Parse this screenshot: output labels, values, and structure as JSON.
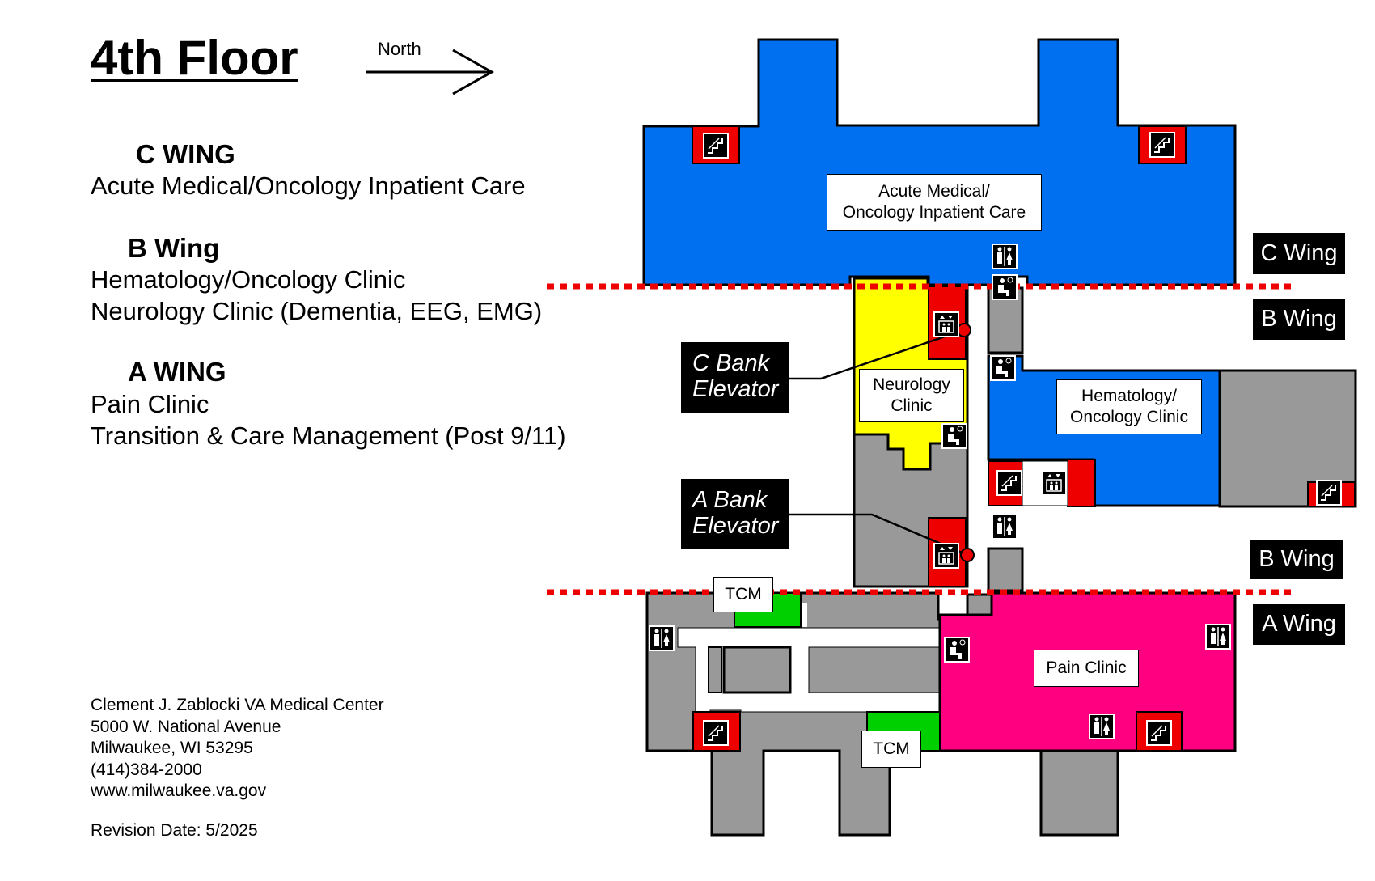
{
  "header": {
    "title": "4th Floor",
    "north_label": "North"
  },
  "legend": {
    "c_wing": {
      "heading": "C WING",
      "lines": [
        "Acute Medical/Oncology Inpatient Care"
      ]
    },
    "b_wing": {
      "heading": "B Wing",
      "lines": [
        "Hematology/Oncology Clinic",
        "Neurology Clinic (Dementia, EEG, EMG)"
      ]
    },
    "a_wing": {
      "heading": "A WING",
      "lines": [
        "Pain Clinic",
        "Transition & Care Management (Post 9/11)"
      ]
    }
  },
  "address": {
    "lines": [
      "Clement J. Zablocki VA Medical Center",
      "5000 W. National Avenue",
      "Milwaukee, WI 53295",
      "(414)384-2000",
      "www.milwaukee.va.gov"
    ],
    "revision": "Revision Date: 5/2025"
  },
  "map": {
    "areas": {
      "acute_medical": [
        "Acute Medical/",
        "Oncology Inpatient Care"
      ],
      "neurology": [
        "Neurology",
        "Clinic"
      ],
      "hematology": [
        "Hematology/",
        "Oncology Clinic"
      ],
      "pain_clinic": "Pain Clinic",
      "tcm_top": "TCM",
      "tcm_bottom": "TCM"
    },
    "elevators": {
      "c_bank": [
        "C Bank",
        "Elevator"
      ],
      "a_bank": [
        "A Bank",
        "Elevator"
      ]
    },
    "wing_labels": {
      "c_wing": "C Wing",
      "b_wing_top": "B Wing",
      "b_wing_bottom": "B Wing",
      "a_wing": "A Wing"
    },
    "colors": {
      "c_wing": "#0070f0",
      "neurology": "#ffff00",
      "hematology": "#0070f0",
      "pain_clinic": "#ff0080",
      "tcm": "#00d000",
      "services": "#999999",
      "elevator_stair": "#ee0000",
      "divider": "#ee0000"
    },
    "icons": [
      "stairs-icon",
      "elevator-icon",
      "restroom-icon",
      "waiting-room-icon",
      "nurse-station-icon"
    ]
  }
}
